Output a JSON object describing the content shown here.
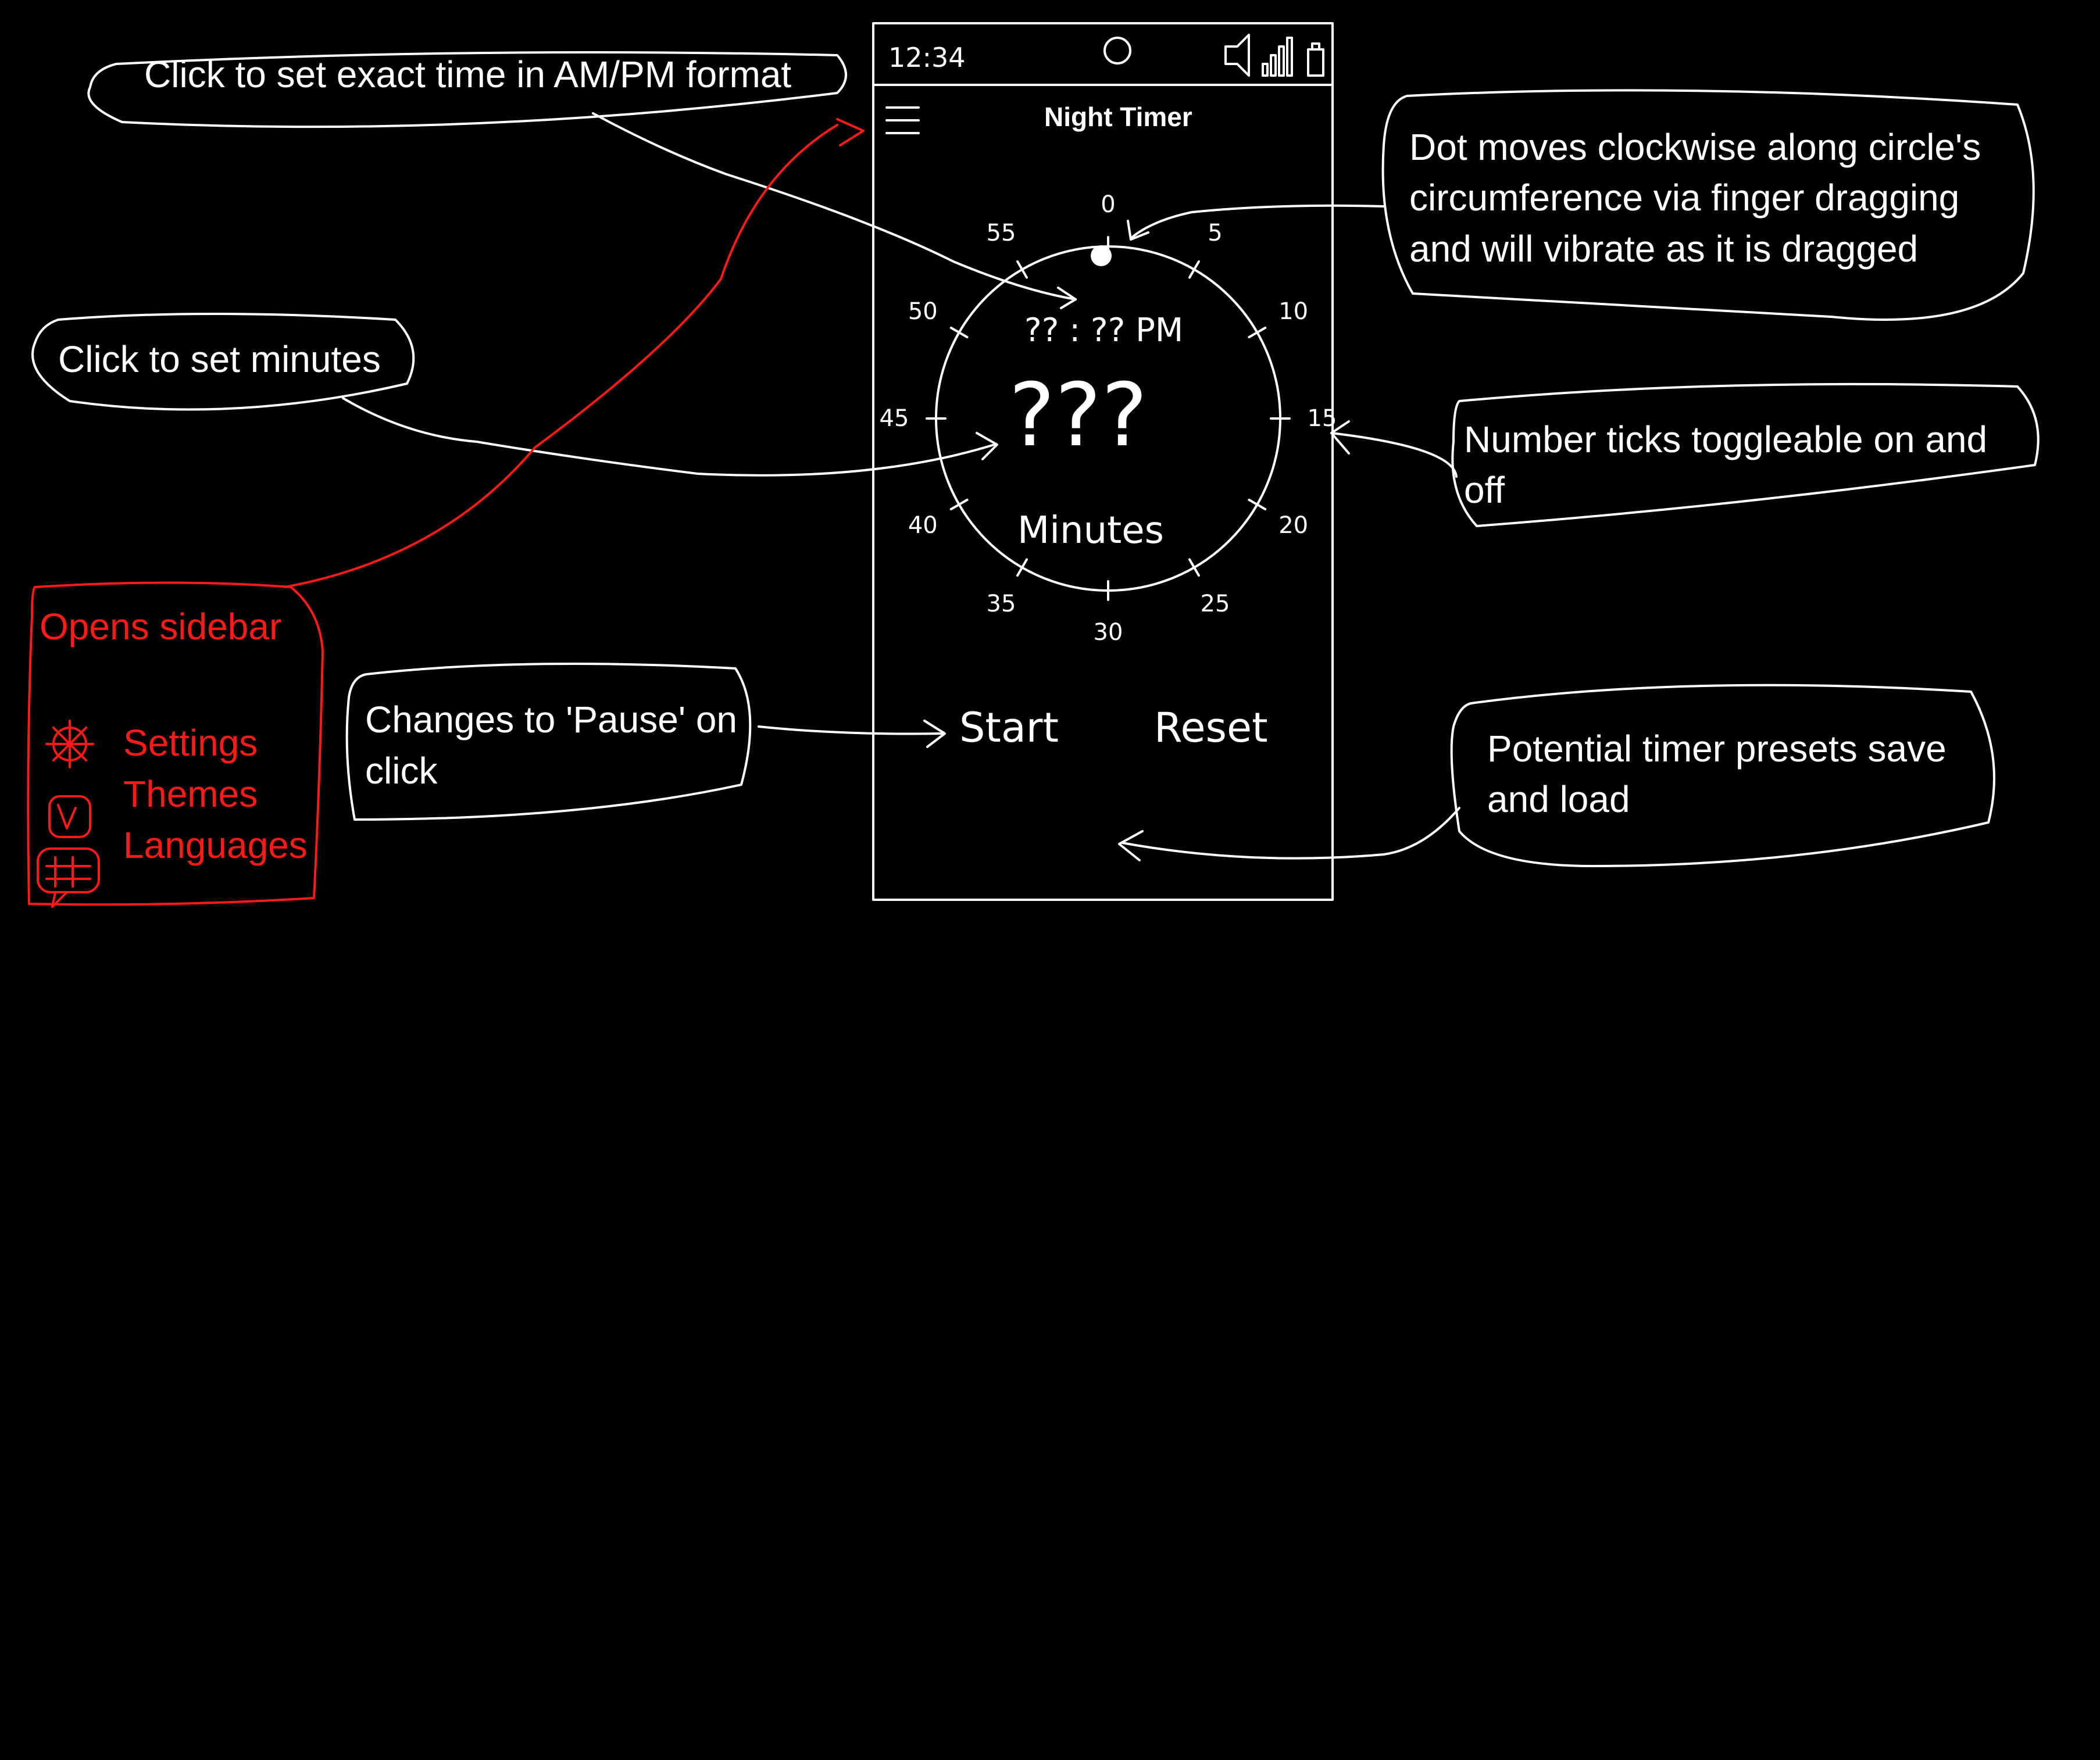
{
  "phone": {
    "status_time": "12:34",
    "app_title": "Night Timer",
    "time_display": "?? : ?? PM",
    "minutes_value": "???",
    "minutes_label": "Minutes",
    "start_label": "Start",
    "reset_label": "Reset",
    "dial_ticks": [
      "0",
      "5",
      "10",
      "15",
      "20",
      "25",
      "30",
      "35",
      "40",
      "45",
      "50",
      "55"
    ]
  },
  "callouts": {
    "exact_time": "Click to set exact time in AM/PM format",
    "set_minutes": "Click to set minutes",
    "dot_line1": "Dot moves clockwise along circle's",
    "dot_line2": "circumference via finger dragging",
    "dot_line3": "and will vibrate as it is dragged",
    "ticks_line1": "Number ticks toggleable on and",
    "ticks_line2": "off",
    "start_line1": "Changes to 'Pause' on",
    "start_line2": "click",
    "presets_line1": "Potential timer presets save",
    "presets_line2": "and load"
  },
  "sidebar": {
    "title": "Opens sidebar",
    "items": [
      {
        "label": "Settings",
        "icon": "gear-icon"
      },
      {
        "label": "Themes",
        "icon": "themes-icon"
      },
      {
        "label": "Languages",
        "icon": "globe-icon"
      }
    ]
  },
  "colors": {
    "background": "#000000",
    "ink": "#ffffff",
    "annotation_red": "#ff1a1a"
  }
}
